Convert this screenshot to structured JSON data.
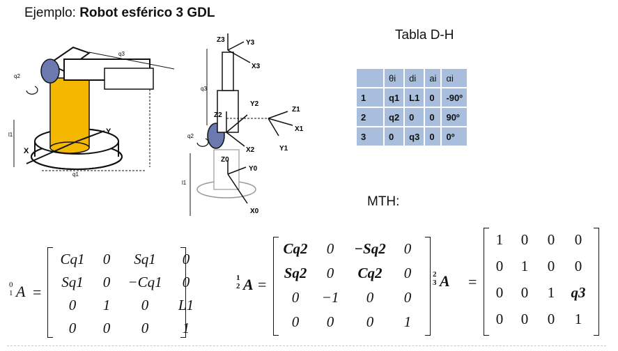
{
  "title": {
    "prefix": "Ejemplo:",
    "main": "Robot esférico 3 GDL"
  },
  "table": {
    "title": "Tabla D-H",
    "headers": [
      "",
      "θi",
      "di",
      "ai",
      "αi"
    ],
    "rows": [
      [
        "1",
        "q1",
        "L1",
        "0",
        "-90º"
      ],
      [
        "2",
        "q2",
        "0",
        "0",
        "90º"
      ],
      [
        "3",
        "0",
        "q3",
        "0",
        "0º"
      ]
    ]
  },
  "mth_label": "MTH:",
  "diagram_left": {
    "labels": {
      "q2": "q2",
      "q3": "q3",
      "q1": "q1",
      "l1": "l1",
      "x": "X",
      "y": "Y"
    }
  },
  "diagram_right": {
    "labels": {
      "z3": "Z3",
      "y3": "Y3",
      "x3": "X3",
      "z2": "Z2",
      "y2": "Y2",
      "x2": "X2",
      "z1": "Z1",
      "x1": "X1",
      "y1": "Y1",
      "z0": "Z0",
      "y0": "Y0",
      "x0": "X0",
      "q3": "q3",
      "q2": "q2",
      "l1": "l1"
    }
  },
  "matrices": [
    {
      "label": "A",
      "sup": "0",
      "sub": "1",
      "cells": [
        "Cq1",
        "0",
        "Sq1",
        "0",
        "Sq1",
        "0",
        "−Cq1",
        "0",
        "0",
        "1",
        "0",
        "L1",
        "0",
        "0",
        "0",
        "1"
      ]
    },
    {
      "label": "A",
      "sup": "1",
      "sub": "2",
      "cells": [
        "Cq2",
        "0",
        "−Sq2",
        "0",
        "Sq2",
        "0",
        "Cq2",
        "0",
        "0",
        "−1",
        "0",
        "0",
        "0",
        "0",
        "0",
        "1"
      ]
    },
    {
      "label": "A",
      "sup": "2",
      "sub": "3",
      "cells": [
        "1",
        "0",
        "0",
        "0",
        "0",
        "1",
        "0",
        "0",
        "0",
        "0",
        "1",
        "q3",
        "0",
        "0",
        "0",
        "1"
      ]
    }
  ]
}
